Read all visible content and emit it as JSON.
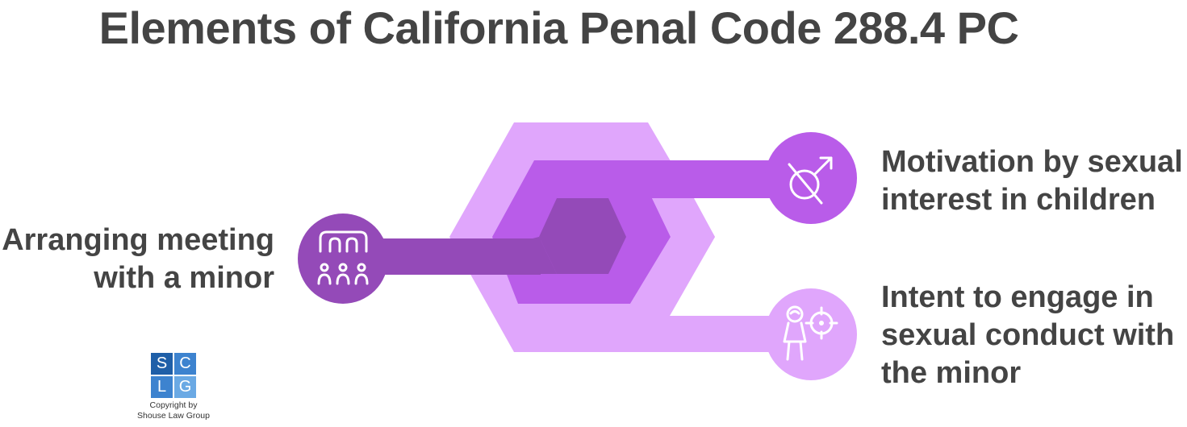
{
  "title": "Elements of California Penal Code 288.4 PC",
  "elements": {
    "left": {
      "line1": "Arranging meeting",
      "line2": "with a minor",
      "icon": "meeting-group-icon"
    },
    "top_right": {
      "line1": "Motivation by sexual",
      "line2": "interest in children",
      "icon": "male-symbol-crossed-icon"
    },
    "bottom_right": {
      "line1": "Intent to engage in",
      "line2": "sexual conduct with",
      "line3": "the minor",
      "icon": "child-target-icon"
    }
  },
  "logo": {
    "letters": [
      "S",
      "C",
      "L",
      "G"
    ],
    "caption_line1": "Copyright by",
    "caption_line2": "Shouse Law Group"
  },
  "colors": {
    "light_purple": "#e0a6fc",
    "mid_purple": "#b95ce9",
    "dark_purple": "#944ab8",
    "text": "#444444"
  }
}
